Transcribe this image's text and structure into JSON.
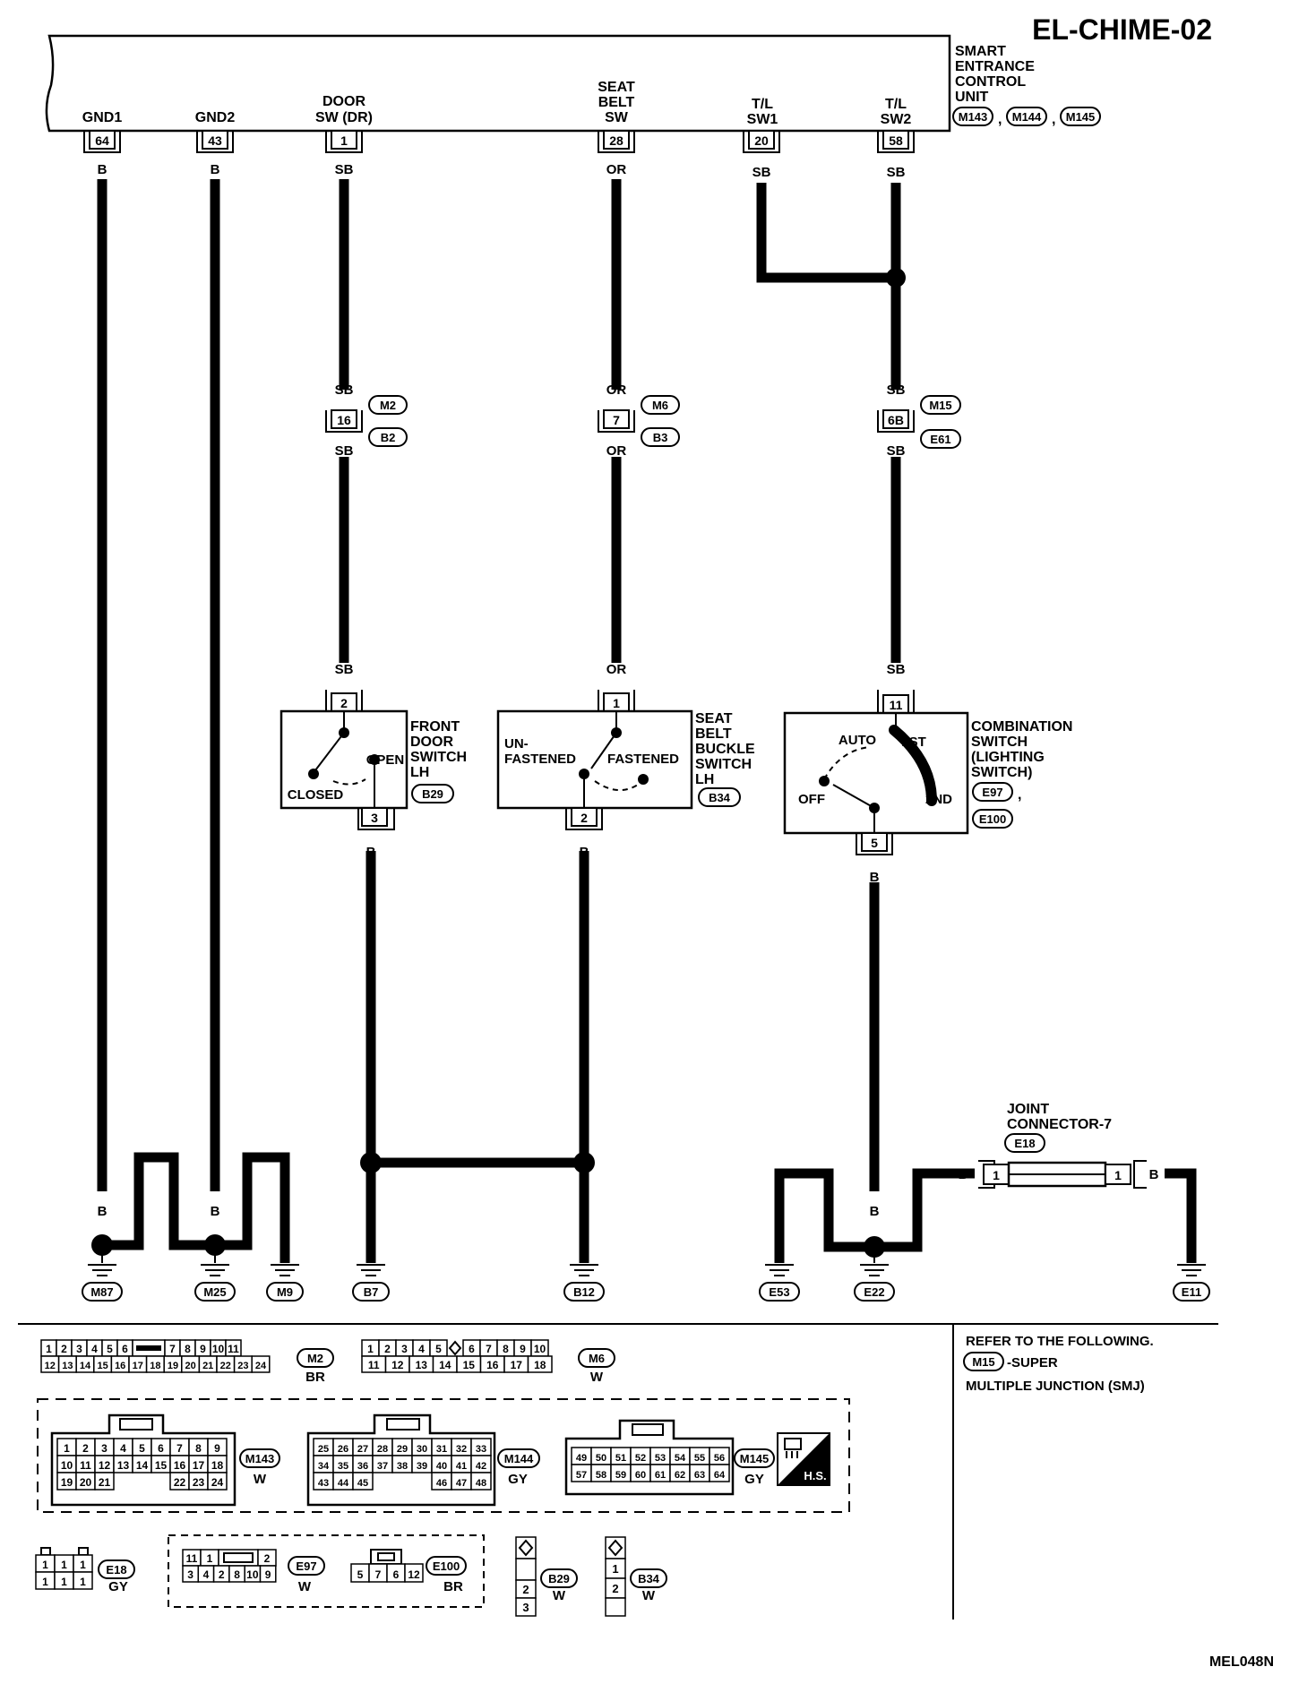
{
  "page_id": "EL-CHIME-02",
  "figure_code": "MEL048N",
  "ecu": {
    "label_lines": [
      "SMART",
      "ENTRANCE",
      "CONTROL",
      "UNIT"
    ],
    "connectors": [
      "M143",
      "M144",
      "M145"
    ]
  },
  "terminals": [
    {
      "label_lines": [
        "GND1"
      ],
      "pin": "64",
      "wire": "B"
    },
    {
      "label_lines": [
        "GND2"
      ],
      "pin": "43",
      "wire": "B"
    },
    {
      "label_lines": [
        "DOOR",
        "SW (DR)"
      ],
      "pin": "1",
      "wire": "SB"
    },
    {
      "label_lines": [
        "SEAT",
        "BELT",
        "SW"
      ],
      "pin": "28",
      "wire": "OR"
    },
    {
      "label_lines": [
        "T/L",
        "SW1"
      ],
      "pin": "20",
      "wire": "SB"
    },
    {
      "label_lines": [
        "T/L",
        "SW2"
      ],
      "pin": "58",
      "wire": "SB"
    }
  ],
  "inline_connectors": [
    {
      "pin": "16",
      "top_wire": "SB",
      "bottom_wire": "SB",
      "top_conn": "M2",
      "bottom_conn": "B2"
    },
    {
      "pin": "7",
      "top_wire": "OR",
      "bottom_wire": "OR",
      "top_conn": "M6",
      "bottom_conn": "B3"
    },
    {
      "pin": "6B",
      "top_wire": "SB",
      "bottom_wire": "SB",
      "top_conn": "M15",
      "bottom_conn": "E61"
    }
  ],
  "switches": {
    "door": {
      "name_lines": [
        "FRONT",
        "DOOR",
        "SWITCH",
        "LH"
      ],
      "connector": "B29",
      "in_pin": "2",
      "out_pin": "3",
      "in_wire": "SB",
      "out_wire": "B",
      "positions": [
        "OPEN",
        "CLOSED"
      ]
    },
    "seatbelt": {
      "name_lines": [
        "SEAT",
        "BELT",
        "BUCKLE",
        "SWITCH",
        "LH"
      ],
      "connector": "B34",
      "in_pin": "1",
      "out_pin": "2",
      "in_wire": "OR",
      "out_wire": "B",
      "positions": [
        "UN-",
        "FASTENED",
        "FASTENED"
      ]
    },
    "combination": {
      "name_lines": [
        "COMBINATION",
        "SWITCH",
        "(LIGHTING",
        "SWITCH)"
      ],
      "connectors": [
        "E97",
        "E100"
      ],
      "comma": ",",
      "in_pin": "11",
      "out_pin": "5",
      "in_wire": "SB",
      "out_wire": "B",
      "positions": [
        "AUTO",
        "1ST",
        "OFF",
        "2ND"
      ]
    }
  },
  "joint_connector": {
    "label_lines": [
      "JOINT",
      "CONNECTOR-7"
    ],
    "connector": "E18",
    "pin_left": "1",
    "pin_right": "1",
    "wire": "B"
  },
  "grounds": [
    "M87",
    "M25",
    "M9",
    "B7",
    "B12",
    "E53",
    "E22",
    "E11"
  ],
  "ground_wire": "B",
  "notes": {
    "line1": "REFER TO THE FOLLOWING.",
    "conn": "M15",
    "line2": "-SUPER",
    "line3": "MULTIPLE JUNCTION (SMJ)"
  },
  "connector_views": {
    "M2": {
      "color": "BR",
      "row1": [
        "1",
        "2",
        "3",
        "4",
        "5",
        "6",
        "7",
        "8",
        "9",
        "10",
        "11"
      ],
      "row2": [
        "12",
        "13",
        "14",
        "15",
        "16",
        "17",
        "18",
        "19",
        "20",
        "21",
        "22",
        "23",
        "24"
      ]
    },
    "M6": {
      "color": "W",
      "row1": [
        "1",
        "2",
        "3",
        "4",
        "5",
        "6",
        "7",
        "8",
        "9",
        "10"
      ],
      "row2": [
        "11",
        "12",
        "13",
        "14",
        "15",
        "16",
        "17",
        "18"
      ]
    },
    "M143": {
      "color": "W",
      "row1": [
        "1",
        "2",
        "3",
        "4",
        "5",
        "6",
        "7",
        "8",
        "9"
      ],
      "row2": [
        "10",
        "11",
        "12",
        "13",
        "14",
        "15",
        "16",
        "17",
        "18"
      ],
      "row3": [
        "19",
        "20",
        "21",
        "22",
        "23",
        "24"
      ]
    },
    "M144": {
      "color": "GY",
      "row1": [
        "25",
        "26",
        "27",
        "28",
        "29",
        "30",
        "31",
        "32",
        "33"
      ],
      "row2": [
        "34",
        "35",
        "36",
        "37",
        "38",
        "39",
        "40",
        "41",
        "42"
      ],
      "row3": [
        "43",
        "44",
        "45",
        "46",
        "47",
        "48"
      ]
    },
    "M145": {
      "color": "GY",
      "row1": [
        "49",
        "50",
        "51",
        "52",
        "53",
        "54",
        "55",
        "56"
      ],
      "row2": [
        "57",
        "58",
        "59",
        "60",
        "61",
        "62",
        "63",
        "64"
      ]
    },
    "E18": {
      "color": "GY",
      "row1": [
        "1",
        "1",
        "1"
      ],
      "row2": [
        "1",
        "1",
        "1"
      ]
    },
    "E97": {
      "color": "W",
      "row1": [
        "11",
        "1",
        "2"
      ],
      "row2": [
        "3",
        "4",
        "2",
        "8",
        "10",
        "9"
      ]
    },
    "E100": {
      "color": "BR",
      "row1": [
        "5",
        "7",
        "6",
        "12"
      ]
    },
    "B29": {
      "color": "W",
      "pins": [
        "2",
        "3"
      ]
    },
    "B34": {
      "color": "W",
      "pins": [
        "1",
        "2"
      ]
    },
    "hs_badge": "H.S."
  },
  "colors": {
    "ink": "#000000",
    "paper": "#ffffff"
  }
}
